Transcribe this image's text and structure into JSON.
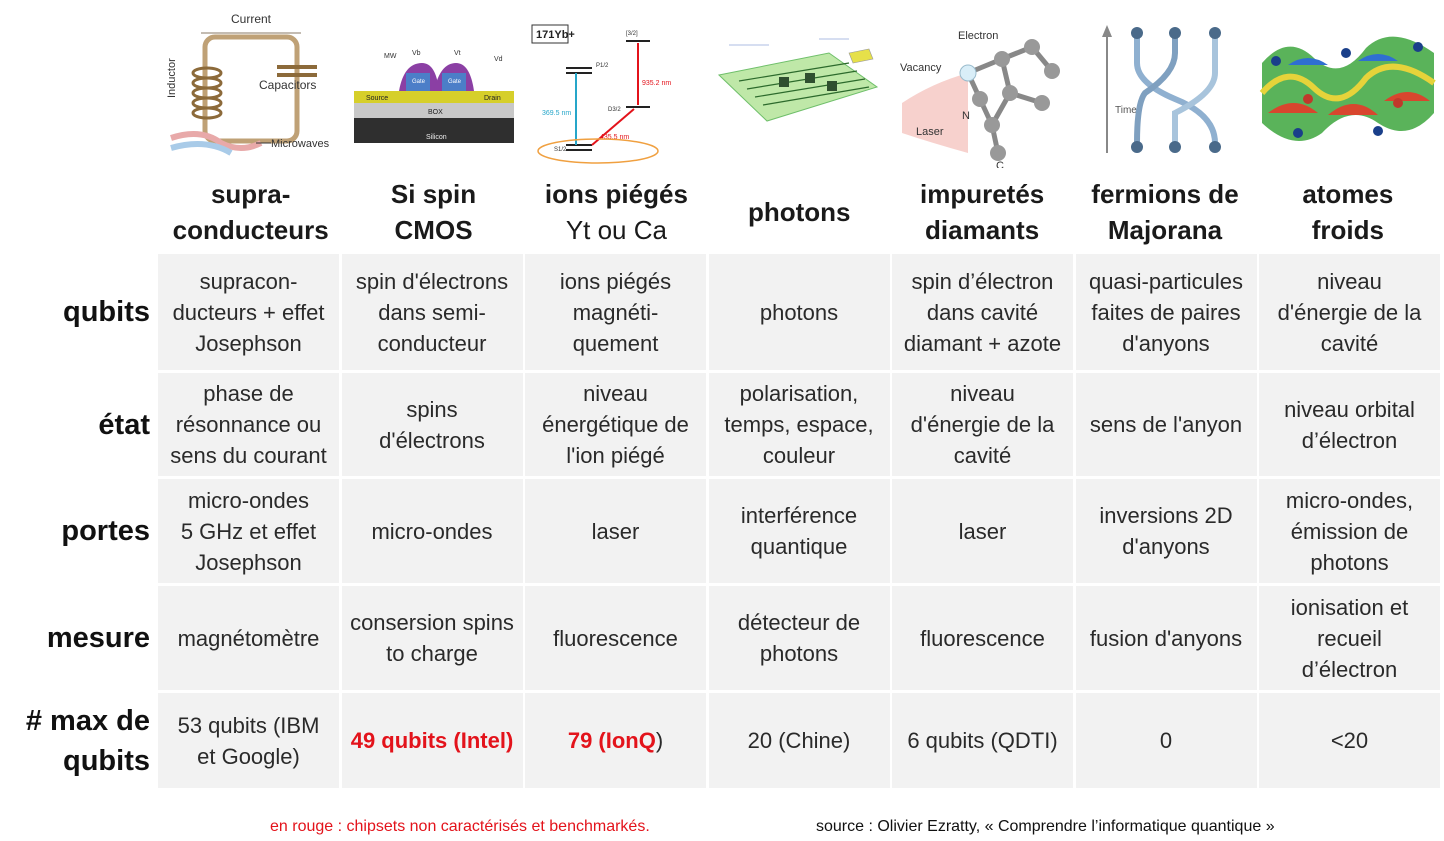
{
  "images": [
    {
      "name": "superconducting-circuit-image",
      "labels": [
        "Current",
        "Inductor",
        "Capacitors",
        "Microwaves"
      ]
    },
    {
      "name": "si-spin-cmos-image",
      "labels": [
        "MW",
        "Vb",
        "Vt",
        "Vd",
        "Source",
        "Drain",
        "Gate",
        "Gate",
        "BOX",
        "Silicon"
      ]
    },
    {
      "name": "trapped-ion-levels-image",
      "labels": [
        "171Yb+",
        "P1/2",
        "[3/2]",
        "D3/2",
        "S1/2",
        "369.5 nm",
        "935.2 nm",
        "435.5 nm"
      ]
    },
    {
      "name": "photonic-chip-image",
      "labels": []
    },
    {
      "name": "diamond-nv-center-image",
      "labels": [
        "Electron",
        "Vacancy",
        "N",
        "Laser",
        "C"
      ]
    },
    {
      "name": "majorana-braiding-image",
      "labels": [
        "Time"
      ]
    },
    {
      "name": "cold-atoms-lattice-image",
      "labels": []
    }
  ],
  "columns": [
    {
      "line1": "supra-",
      "line2": "conducteurs",
      "line1_bold": true,
      "line2_bold": true
    },
    {
      "line1": "Si spin",
      "line2": "CMOS",
      "line1_bold": true,
      "line2_bold": true
    },
    {
      "line1": "ions piégés",
      "line2": "Yt ou Ca",
      "line1_bold": true,
      "line2_bold": false
    },
    {
      "line1": "photons",
      "line2": "",
      "line1_bold": true,
      "line2_bold": true
    },
    {
      "line1": "impuretés",
      "line2": "diamants",
      "line1_bold": true,
      "line2_bold": true
    },
    {
      "line1": "fermions de",
      "line2": "Majorana",
      "line1_bold": true,
      "line2_bold": true
    },
    {
      "line1": "atomes",
      "line2": "froids",
      "line1_bold": true,
      "line2_bold": true
    }
  ],
  "rows": [
    {
      "label": "qubits",
      "cells": [
        "supracon-\nducteurs + effet\nJosephson",
        "spin d'électrons\ndans semi-\nconducteur",
        "ions piégés\nmagnéti-\nquement",
        "photons",
        "spin d’électron\ndans cavité\ndiamant + azote",
        "quasi-particules\nfaites de paires\nd'anyons",
        "niveau\nd'énergie de la\ncavité"
      ]
    },
    {
      "label": "état",
      "cells": [
        "phase de\nrésonnance ou\nsens du courant",
        "spins\nd'électrons",
        "niveau\nénergétique de\nl'ion piégé",
        "polarisation,\ntemps, espace,\ncouleur",
        "niveau\nd'énergie de la\ncavité",
        "sens de l'anyon",
        "niveau orbital\nd’électron"
      ]
    },
    {
      "label": "portes",
      "cells": [
        "micro-ondes\n5 GHz et effet\nJosephson",
        "micro-ondes",
        "laser",
        "interférence\nquantique",
        "laser",
        "inversions 2D\nd'anyons",
        "micro-ondes,\némission de\nphotons"
      ]
    },
    {
      "label": "mesure",
      "cells": [
        "magnétomètre",
        "consersion spins\nto charge",
        "fluorescence",
        "détecteur de\nphotons",
        "fluorescence",
        "fusion d'anyons",
        "ionisation et\nrecueil\nd’électron"
      ]
    },
    {
      "label": "# max de\nqubits",
      "cells": [
        "53 qubits (IBM\net Google)",
        "49 qubits (Intel)",
        "79 (IonQ",
        "20 (Chine)",
        "6 qubits (QDTI)",
        "0",
        "<20"
      ],
      "third_suffix": ")"
    }
  ],
  "footer": {
    "left": "en rouge : chipsets non caractérisés et benchmarkés.",
    "right": "source : Olivier Ezratty, « Comprendre l’informatique quantique »"
  },
  "colors": {
    "red": "#e3131b",
    "cell_bg": "#f2f2f2"
  }
}
